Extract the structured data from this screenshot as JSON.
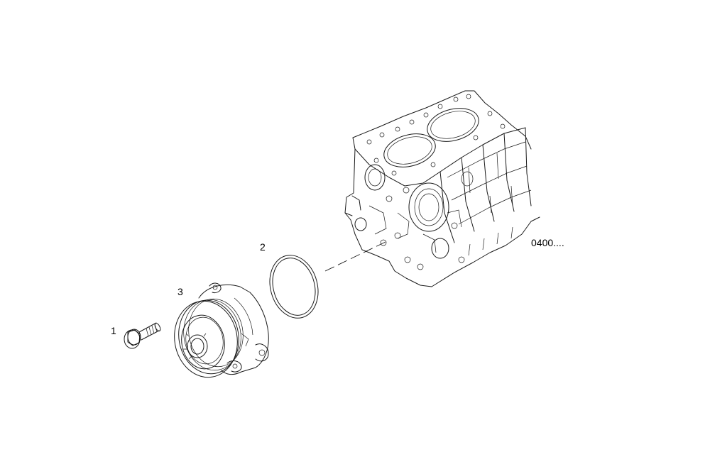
{
  "diagram": {
    "callouts": [
      {
        "id": "1",
        "label": "1"
      },
      {
        "id": "2",
        "label": "2"
      },
      {
        "id": "3",
        "label": "3"
      }
    ],
    "reference": "0400....",
    "parts": [
      {
        "callout": "1",
        "part": "bolt-icon"
      },
      {
        "callout": "2",
        "part": "gasket-ring-icon"
      },
      {
        "callout": "3",
        "part": "water-pump-icon"
      },
      {
        "callout": "",
        "part": "engine-block-icon"
      }
    ],
    "line_color": "#1a1a1a",
    "background": "#ffffff"
  }
}
